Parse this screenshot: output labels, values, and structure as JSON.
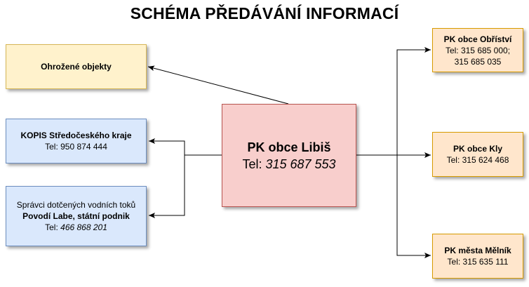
{
  "title": "SCHÉMA PŘEDÁVÁNÍ INFORMACÍ",
  "nodes": {
    "ohrozene": {
      "name": "Ohrožené objekty"
    },
    "kopis": {
      "name": "KOPIS Středočeského kraje",
      "tel": "Tel: 950 874 444"
    },
    "spravci": {
      "line1": "Správci dotčených vodních toků",
      "line2": "Povodí Labe, státní podnik",
      "tel_label": "Tel: ",
      "tel_value": "466 868 201"
    },
    "libis": {
      "name": "PK obce Libiš",
      "tel_label": "Tel: ",
      "tel_value": "315 687 553"
    },
    "obristvi": {
      "name": "PK obce Obříství",
      "tel1": "Tel: 315 685 000;",
      "tel2": "315 685 035"
    },
    "kly": {
      "name": "PK obce Kly",
      "tel": "Tel: 315 624 468"
    },
    "melnik": {
      "name": "PK města Mělník",
      "tel": "Tel: 315 635 111"
    }
  },
  "colors": {
    "yellow_fill": "#fff2cc",
    "blue_fill": "#dae8fc",
    "red_fill": "#f8cecc",
    "orange_fill": "#ffe6cc"
  }
}
